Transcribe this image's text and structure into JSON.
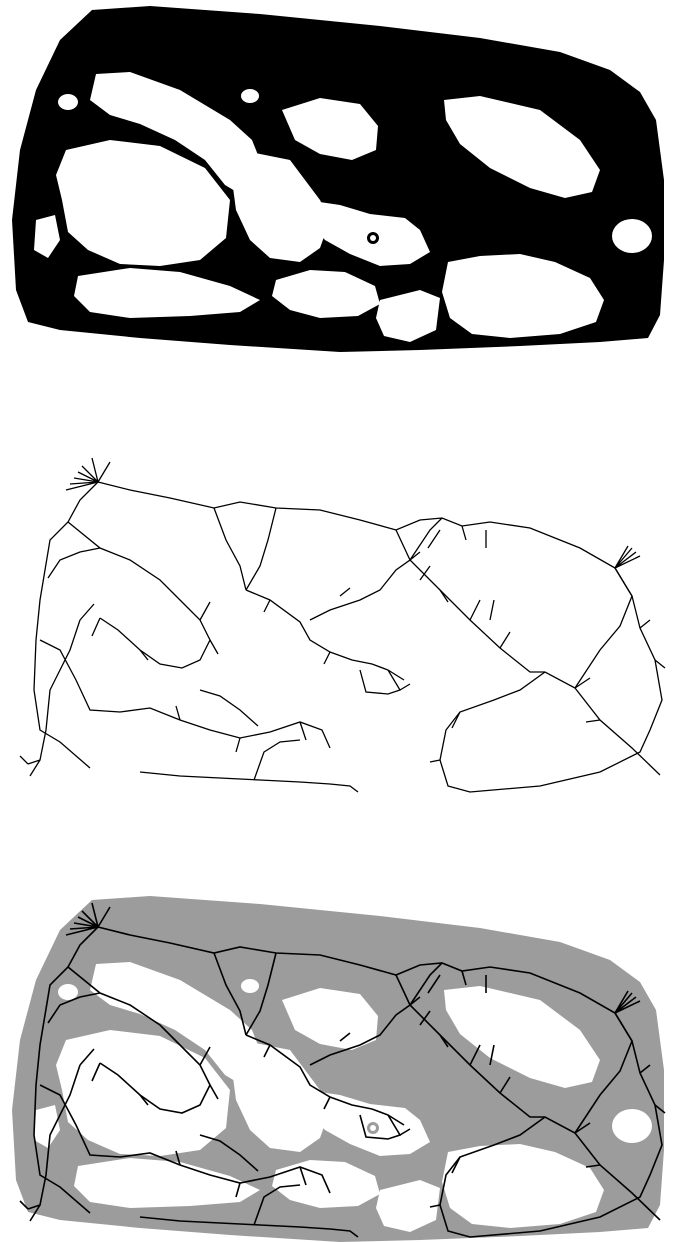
{
  "figure": {
    "panels": [
      {
        "id": "binary-mask",
        "kind": "binary mask (black foreground on white)"
      },
      {
        "id": "skeleton",
        "kind": "skeleton lines on white"
      },
      {
        "id": "overlay",
        "kind": "skeleton over gray mask"
      }
    ],
    "colors": {
      "background": "#ffffff",
      "mask_black": "#000000",
      "mask_gray": "#9c9c9c",
      "skeleton_line": "#000000"
    }
  }
}
